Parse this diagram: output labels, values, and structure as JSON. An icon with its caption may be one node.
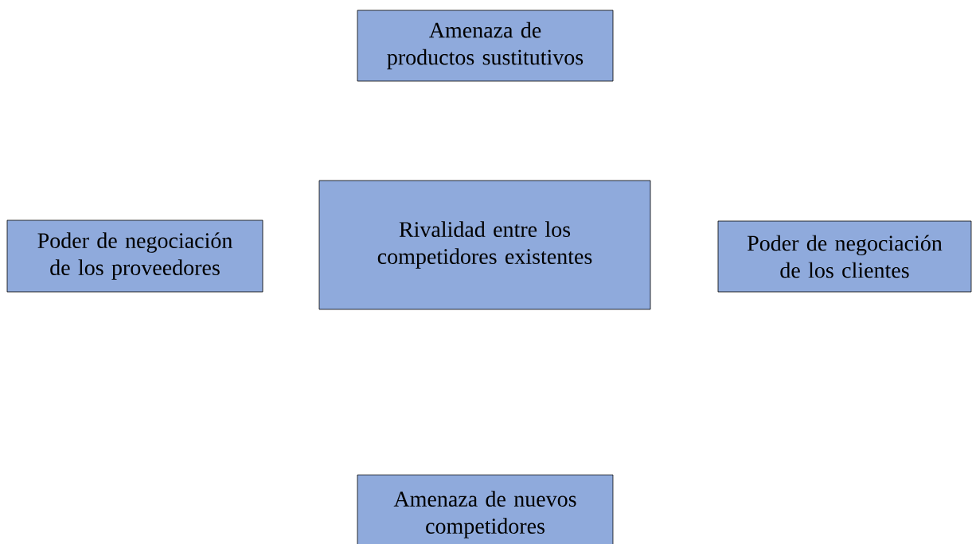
{
  "diagram": {
    "nodes": [
      {
        "text": [
          "Amenaza de productos sustitutivos"
        ]
      },
      {
        "text": [
          "Poder de negociación de los proveedores"
        ]
      },
      {
        "text": [
          "Rivalidad entre los competidores existentes"
        ]
      },
      {
        "text": [
          "Poder de negociación de los clientes"
        ]
      },
      {
        "text": [
          "Amenaza de nuevos competidores"
        ]
      }
    ]
  }
}
